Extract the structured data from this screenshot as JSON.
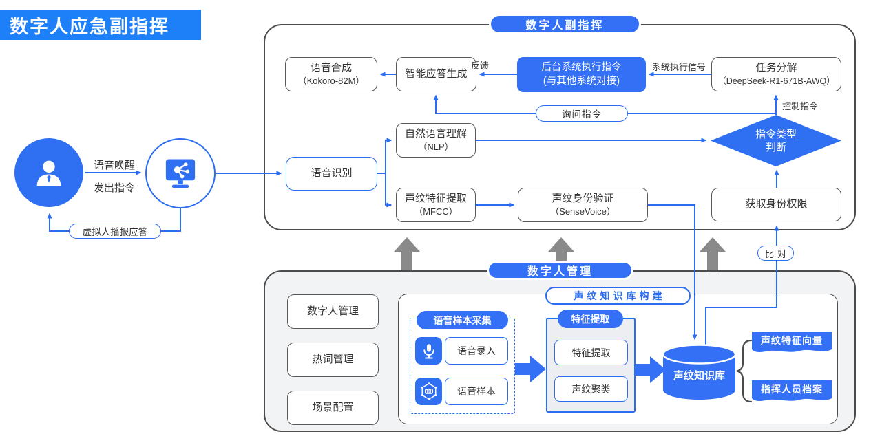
{
  "banner": {
    "title": "数字人应急副指挥"
  },
  "colors": {
    "banner_blue": "#1e80f8",
    "accent_blue": "#3370f6",
    "line_blue": "#2b6df0",
    "border_gray": "#4c4c4c",
    "section_gray_fill": "#f2f3f5",
    "block_arrow_gray": "#8a8a8a"
  },
  "actors": {
    "wake_label": "语音唤醒",
    "command_label": "发出指令",
    "playback_pill": "虚拟人播报应答",
    "user_icon": "user-icon",
    "terminal_icon": "monitor-network-icon"
  },
  "top_section": {
    "label": "数字人副指挥",
    "boxes": {
      "speech_synth": {
        "line1": "语音合成",
        "line2": "（Kokoro-82M）"
      },
      "answer_gen": {
        "line1": "智能应答生成"
      },
      "backend_exec": {
        "line1": "后台系统执行指令",
        "line2": "(与其他系统对接)"
      },
      "task_decomp": {
        "line1": "任务分解",
        "line2": "（DeepSeek-R1-671B-AWQ）"
      },
      "asr": {
        "line1": "语音识别"
      },
      "nlp": {
        "line1": "自然语言理解",
        "line2": "（NLP）"
      },
      "mfcc": {
        "line1": "声纹特征提取",
        "line2": "（MFCC）"
      },
      "sense_voice": {
        "line1": "声纹身份验证",
        "line2": "（SenseVoice）"
      },
      "get_identity": {
        "line1": "获取身份权限"
      },
      "diamond": {
        "line1": "指令类型",
        "line2": "判断"
      }
    },
    "edge_labels": {
      "feedback": "反馈",
      "exec_signal": "系统执行信号",
      "control_cmd": "控制指令",
      "query_cmd_pill": "询问指令",
      "compare_pill": "比对"
    }
  },
  "bottom_section": {
    "label": "数字人管理",
    "menu": [
      "数字人管理",
      "热词管理",
      "场景配置"
    ],
    "panel": {
      "label": "声纹知识库构建",
      "sample_group": {
        "label": "语音样本采集",
        "items": [
          "语音录入",
          "语音样本"
        ],
        "icons": [
          "microphone-icon",
          "voice-network-icon"
        ]
      },
      "feature_group": {
        "label": "特征提取",
        "items": [
          "特征提取",
          "声纹聚类"
        ]
      },
      "knowledge_base": {
        "label": "声纹知识库"
      },
      "outputs": [
        "声纹特征向量",
        "指挥人员档案"
      ]
    }
  }
}
